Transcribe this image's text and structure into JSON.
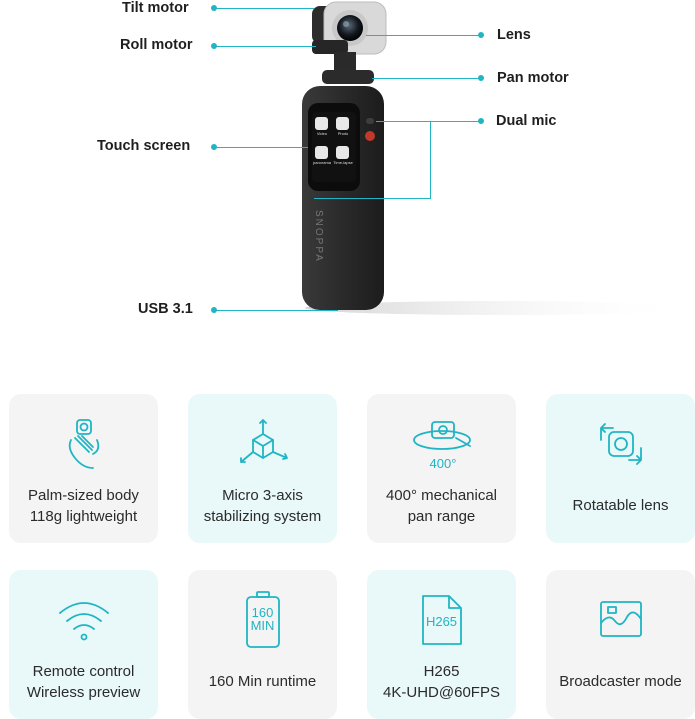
{
  "callouts": {
    "tilt_motor": "Tilt motor",
    "roll_motor": "Roll motor",
    "lens": "Lens",
    "pan_motor": "Pan motor",
    "dual_mic": "Dual mic",
    "touch_screen": "Touch screen",
    "usb": "USB 3.1"
  },
  "device": {
    "brand": "SNOPPA",
    "screen_tiles": [
      "Video",
      "Photo",
      "panorama",
      "Time-lapse"
    ]
  },
  "accent_color": "#20b5c4",
  "features": [
    {
      "icon": "palm-hand-icon",
      "line1": "Palm-sized body",
      "line2": "118g lightweight"
    },
    {
      "icon": "cube-axes-icon",
      "line1": "Micro 3-axis",
      "line2": "stabilizing system"
    },
    {
      "icon": "pan-rotation-icon",
      "icon_text": "400°",
      "line1": "400° mechanical",
      "line2": "pan range"
    },
    {
      "icon": "rotate-lens-icon",
      "line1": "Rotatable lens",
      "line2": ""
    },
    {
      "icon": "wifi-icon",
      "line1": "Remote control",
      "line2": "Wireless preview"
    },
    {
      "icon": "battery-icon",
      "icon_text_top": "160",
      "icon_text_bottom": "MIN",
      "line1": "160 Min runtime",
      "line2": ""
    },
    {
      "icon": "file-h265-icon",
      "icon_text": "H265",
      "line1": "H265",
      "line2": "4K-UHD@60FPS"
    },
    {
      "icon": "broadcast-chart-icon",
      "line1": "Broadcaster mode",
      "line2": ""
    }
  ]
}
